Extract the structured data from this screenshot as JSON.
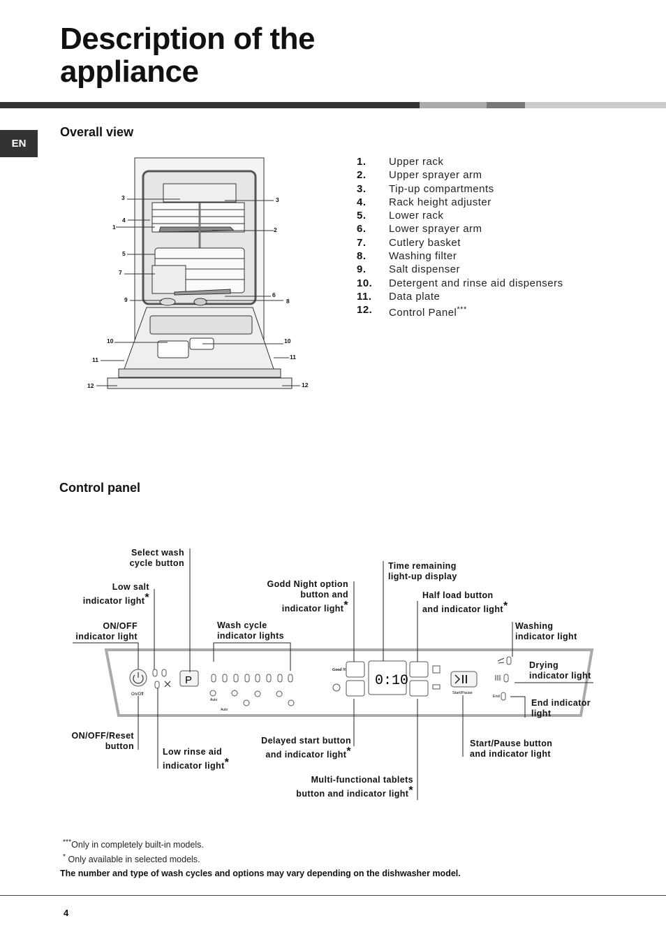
{
  "page": {
    "title_line1": "Description of the",
    "title_line2": "appliance",
    "language_tab": "EN",
    "page_number": "4"
  },
  "overall_view": {
    "heading": "Overall view",
    "callouts": [
      "1",
      "2",
      "3",
      "3",
      "4",
      "5",
      "6",
      "7",
      "8",
      "9",
      "10",
      "10",
      "11",
      "11",
      "12",
      "12"
    ],
    "parts": [
      {
        "num": "1.",
        "name": "Upper rack"
      },
      {
        "num": "2.",
        "name": "Upper sprayer arm"
      },
      {
        "num": "3.",
        "name": "Tip-up compartments"
      },
      {
        "num": "4.",
        "name": "Rack height adjuster"
      },
      {
        "num": "5.",
        "name": "Lower rack"
      },
      {
        "num": "6.",
        "name": "Lower sprayer arm"
      },
      {
        "num": "7.",
        "name": "Cutlery basket"
      },
      {
        "num": "8.",
        "name": "Washing filter"
      },
      {
        "num": "9.",
        "name": "Salt dispenser"
      },
      {
        "num": "10.",
        "name": "Detergent and rinse aid dispensers"
      },
      {
        "num": "11.",
        "name": "Data plate"
      },
      {
        "num": "12.",
        "name": "Control Panel",
        "mark": "***"
      }
    ]
  },
  "control_panel": {
    "heading": "Control panel",
    "labels": {
      "select_wash": [
        "Select wash",
        "cycle button"
      ],
      "low_salt": [
        "Low salt",
        "indicator light"
      ],
      "on_off_light": [
        "ON/OFF",
        "indicator light"
      ],
      "wash_cycle_lights": [
        "Wash cycle",
        "indicator lights"
      ],
      "good_night": [
        "Godd Night option",
        "button and",
        "indicator light"
      ],
      "time_remaining": [
        "Time remaining",
        "light-up display"
      ],
      "half_load": [
        "Half load button",
        "and indicator light"
      ],
      "washing_light": [
        "Washing",
        "indicator light"
      ],
      "drying_light": [
        "Drying",
        "indicator light"
      ],
      "end_light": [
        "End indicator",
        "light"
      ],
      "on_off_reset": [
        "ON/OFF/Reset",
        "button"
      ],
      "low_rinse": [
        "Low rinse aid",
        "indicator light"
      ],
      "delayed_start": [
        "Delayed start button",
        "and indicator light"
      ],
      "multi_tablets": [
        "Multi-functional tablets",
        "button and indicator light"
      ],
      "start_pause": [
        "Start/Pause button",
        "and indicator light"
      ]
    },
    "asterisk": "*",
    "panel_text": {
      "on_off": "On/Off",
      "p_button": "P",
      "display": "0:10",
      "start_pause": "Start/Pause",
      "end": "End",
      "auto": "Auto",
      "good_night_glyph": "Good Night"
    }
  },
  "notes": {
    "triple_star": "***",
    "built_in": "Only in completely built-in models.",
    "single_star": "*",
    "selected": " Only available in selected models.",
    "variation": "The number and type of wash cycles and options may vary depending on the dishwasher model."
  }
}
